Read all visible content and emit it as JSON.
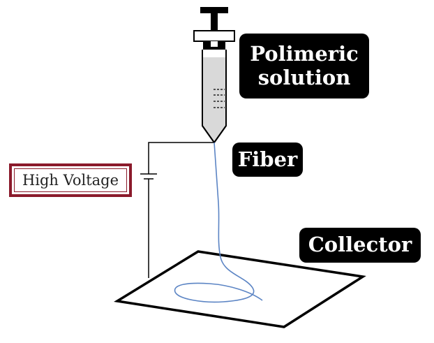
{
  "labels": {
    "solution_line1": "Polimeric",
    "solution_line2": "solution",
    "fiber": "Fiber",
    "collector": "Collector",
    "high_voltage": "High Voltage"
  },
  "colors": {
    "fiber": "#5b84c4",
    "voltage_border": "#8b1a2b",
    "solution_fill": "#d9d9d9",
    "label_background": "#000000",
    "label_text": "#ffffff"
  }
}
